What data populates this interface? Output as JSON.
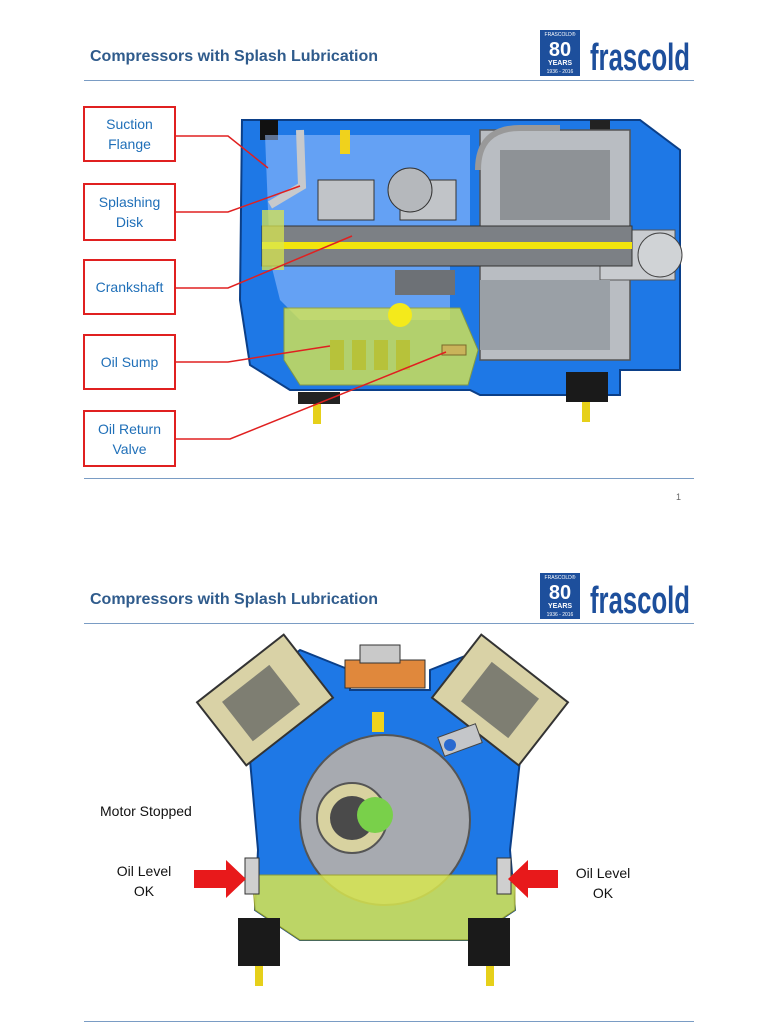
{
  "slide1": {
    "title": "Compressors with Splash Lubrication",
    "page_number": "1",
    "callouts": [
      "Suction\nFlange",
      "Splashing\nDisk",
      "Crankshaft",
      "Oil Sump",
      "Oil Return\nValve"
    ]
  },
  "slide2": {
    "title": "Compressors with Splash Lubrication",
    "motor_label": "Motor Stopped",
    "oil_left": "Oil Level\nOK",
    "oil_right": "Oil Level\nOK"
  },
  "logo": {
    "badge_top": "FRASCOLD®",
    "badge_number": "80",
    "badge_word": "YEARS",
    "badge_years": "1936 - 2016",
    "brand": "frascold"
  },
  "colors": {
    "title": "#2f5b8c",
    "callout_border": "#e02020",
    "callout_text": "#1f6fb8",
    "compressor_blue": "#1e78e6",
    "oil_yellow": "#d8e650",
    "arrow_red": "#e8191b"
  }
}
